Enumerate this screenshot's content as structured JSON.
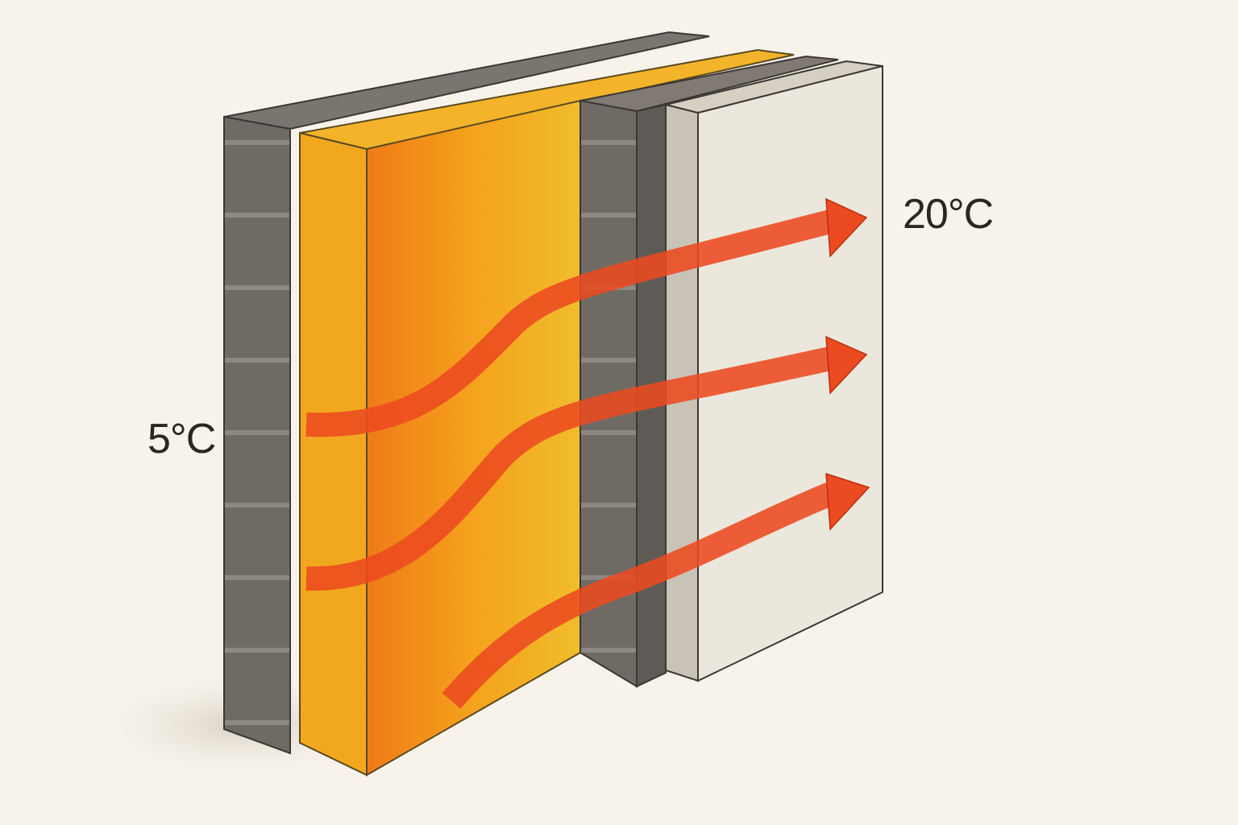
{
  "labels": {
    "outside_temperature": "5°C",
    "inside_temperature": "20°C"
  },
  "colors": {
    "background": "#f7f3ea",
    "brick": "#6f6a64",
    "brick_dark": "#55514c",
    "insulation": "#f2b21e",
    "insulation_side": "#e8a020",
    "plasterboard": "#ece7dc",
    "heat_arrow": "#ec4a20"
  },
  "icons": [
    "heat-flow-arrow"
  ]
}
